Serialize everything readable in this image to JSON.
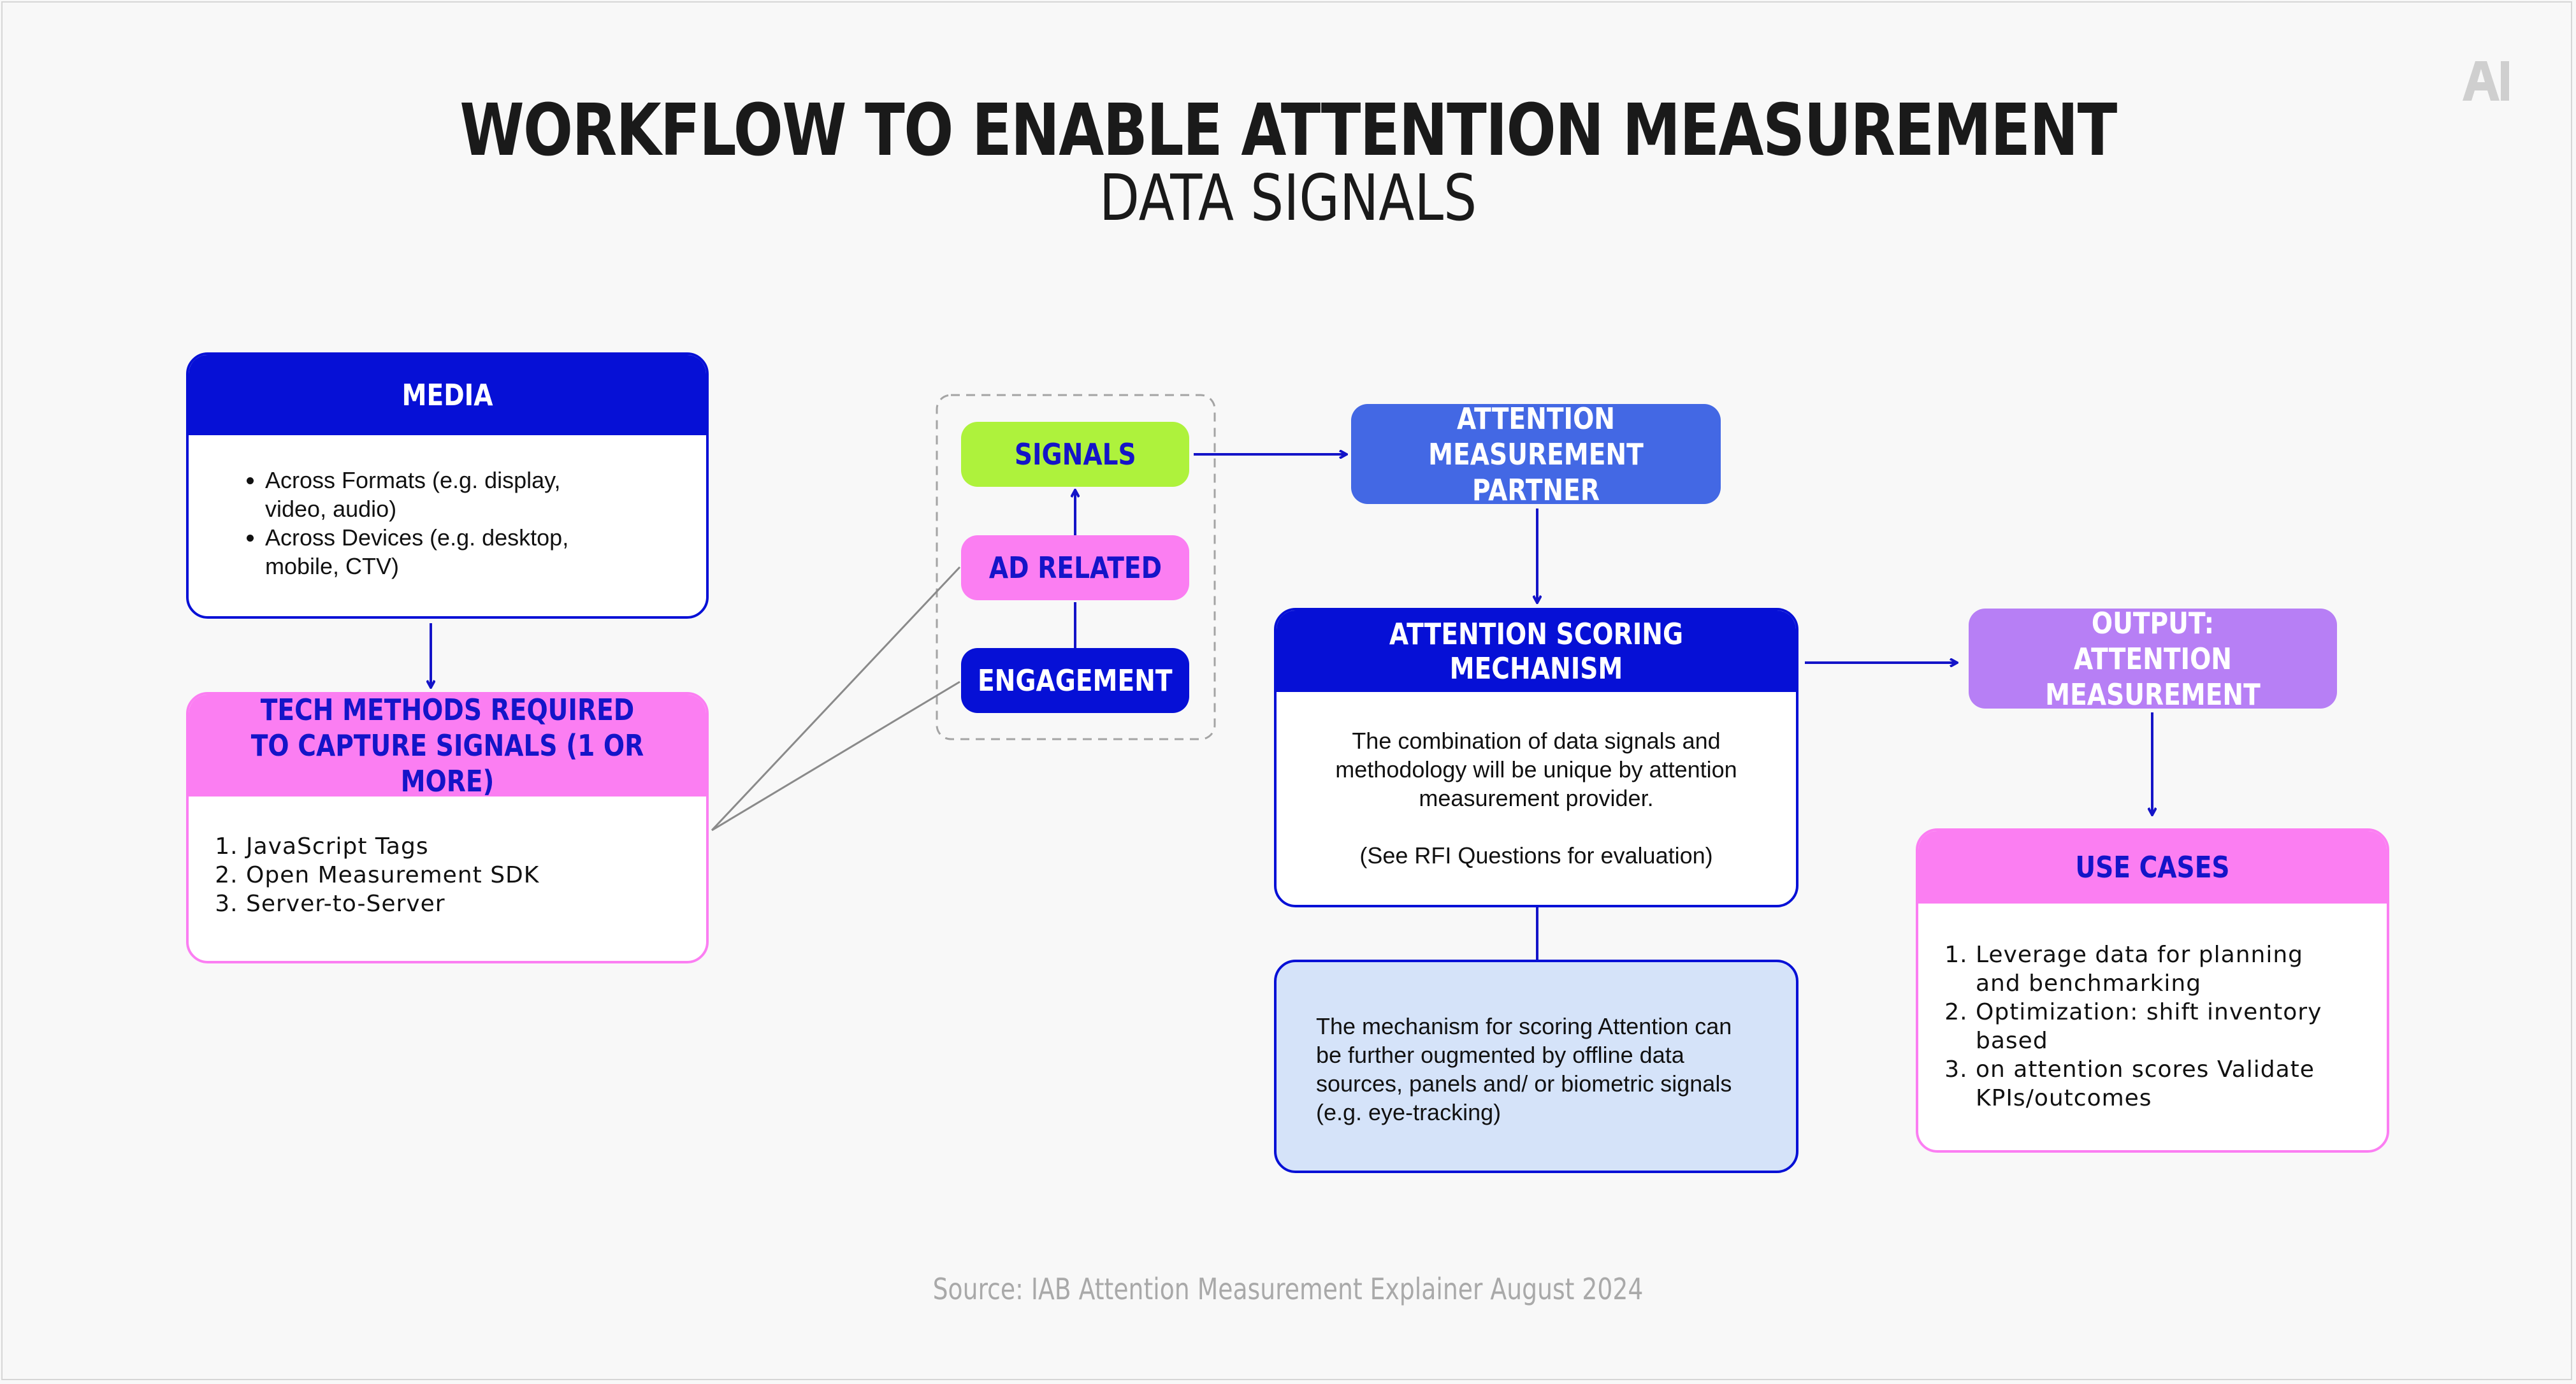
{
  "title": "WORKFLOW TO ENABLE ATTENTION MEASUREMENT",
  "subtitle": "DATA SIGNALS",
  "logo_text": "AI",
  "colors": {
    "navy": "#0610d6",
    "royal": "#4368e4",
    "pink": "#fb7ef2",
    "lime": "#aef23c",
    "violet": "#b77ff5",
    "light_blue": "#d5e3f9",
    "dark_text": "#1a1a1a",
    "label_blue": "#1414c8"
  },
  "media": {
    "heading": "MEDIA",
    "bullets": [
      "Across Formats (e.g. display, video, audio)",
      "Across Devices (e.g. desktop, mobile, CTV)"
    ]
  },
  "tech": {
    "heading": "TECH METHODS REQUIRED TO CAPTURE SIGNALS (1 OR MORE)",
    "items": [
      "JavaScript Tags",
      "Open Measurement SDK",
      "Server-to-Server"
    ]
  },
  "signals_group": {
    "signals": "SIGNALS",
    "ad_related": "AD RELATED",
    "engagement": "ENGAGEMENT"
  },
  "partner": {
    "label": "ATTENTION MEASUREMENT PARTNER"
  },
  "scoring": {
    "heading": "ATTENTION SCORING MECHANISM",
    "text": "The combination of data signals and methodology will be unique by attention measurement provider.",
    "note": "(See RFI Questions for evaluation)"
  },
  "augment": {
    "text": "The mechanism for scoring Attention can be further ougmented by offline data sources, panels and/ or biometric signals (e.g. eye-tracking)"
  },
  "output": {
    "label": "OUTPUT: ATTENTION MEASUREMENT"
  },
  "use_cases": {
    "heading": "USE CASES",
    "items": [
      "Leverage data for planning and benchmarking",
      "Optimization: shift inventory based",
      "on attention scores Validate KPIs/outcomes"
    ]
  },
  "source": "Source: IAB Attention Measurement Explainer August 2024"
}
